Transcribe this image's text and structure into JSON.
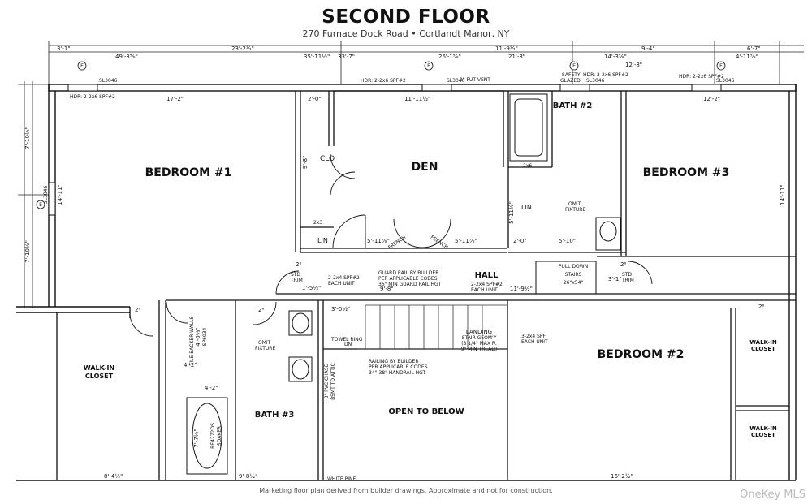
{
  "header": {
    "title": "SECOND FLOOR",
    "subtitle": "270 Furnace Dock Road • Cortlandt Manor, NY"
  },
  "rooms": {
    "bedroom1": "BEDROOM #1",
    "den": "DEN",
    "bath2": "BATH #2",
    "bedroom3": "BEDROOM #3",
    "hall": "HALL",
    "bedroom2": "BEDROOM #2",
    "walkin_left": "WALK-IN\nCLOSET",
    "walkin_right_top": "WALK-IN\nCLOSET",
    "walkin_right_bottom": "WALK-IN\nCLOSET",
    "bath3": "BATH #3",
    "open_below": "OPEN TO BELOW",
    "landing": "LANDING"
  },
  "labels": {
    "clo": "CLO",
    "lin1": "LIN",
    "lin2": "LIN",
    "french1": "FRENCH",
    "french2": "FRENCH",
    "pull_down": "PULL DOWN",
    "stairs": "STAIRS",
    "stairs_size": "26\"x54\"",
    "std_trim_left": "STD",
    "std_trim_left2": "TRIM",
    "std_trim_right": "STD",
    "std_trim_right2": "TRIM",
    "omit_fixture_left": "OMIT",
    "omit_fixture_left2": "FIXTURE",
    "omit_fixture_right": "OMIT",
    "omit_fixture_right2": "FIXTURE",
    "towel_ring": "TOWEL RING",
    "guard_rail": "GUARD RAIL BY BUILDER",
    "guard_rail2": "PER APPLICABLE CODES",
    "guard_rail3": "36\" MIN GUARD RAIL HGT",
    "railing": "RAILING BY BUILDER",
    "railing2": "PER APPLICABLE CODES",
    "railing3": "34\"-38\" HANDRAIL HGT",
    "stair_geom": "STAIR GEOM'Y",
    "stair_geom2": "(8 1/4\" MAX R.",
    "stair_geom3": "9\" MIN TREAD)",
    "tile_backer": "TILE BACKER-WALLS",
    "soaker": "RE4272OS",
    "soaker2": "SOAKER",
    "pvc_chase": "3\" PVC CHASE",
    "pvc_chase2": "BSMT TO ATTIC",
    "white_pine": "WHITE PINE",
    "safety_glazed": "SAFETY",
    "safety_glazed2": "GLAZED",
    "fut_vent": "2\" FUT VENT",
    "sp6034": "SP6034",
    "dn": "DN",
    "hdr1": "HDR: 2-2x6 SPF#2",
    "hdr2": "HDR: 2-2x6 SPF#2",
    "hdr3": "HDR: 2-2x6 SPF#2",
    "hdr4": "HDR: 2-2x6 SPF#2",
    "each_unit1": "2-2x4 SPF#2",
    "each_unit1b": "EACH UNIT",
    "each_unit2": "2-2x4 SPF#2",
    "each_unit2b": "EACH UNIT",
    "each_unit3": "3-2x4 SPF",
    "each_unit3b": "EACH UNIT",
    "sl_left": "SL3046",
    "sl1": "SL3046",
    "sl2": "SL3046",
    "sl3": "SL3046",
    "sl4": "SL3046",
    "e": "E",
    "size_2x3": "2x3",
    "size_2x6": "2x6"
  },
  "dimensions": {
    "top_overall": [
      "3'-1\"",
      "23'-2½\"",
      "11'-9½\"",
      "9'-4\"",
      "6'-7\""
    ],
    "top_sub": [
      "49'-3⅝\"",
      "35'-11½\"",
      "33'-7\"",
      "26'-1⅝\"",
      "21'-3\"",
      "14'-3⅝\"",
      "12'-8\"",
      "4'-11⅞\""
    ],
    "bedroom1_w": "17'-2\"",
    "den_w": "11'-11½\"",
    "clo_w": "2'-0\"",
    "bedroom3_w": "12'-2\"",
    "left_v1": "7'-10½\"",
    "left_v2": "7'-10½\"",
    "bedroom1_h": "14'-11\"",
    "bedroom3_h": "14'-11\"",
    "clo_h": "9'-8\"",
    "den_lower1": "5'-11⅞\"",
    "den_lower2": "5'-11⅞\"",
    "lin_h": "5'-11½\"",
    "hall_w": "9'-8\"",
    "hall_right": "11'-9½\"",
    "stair_w": "3'-0½\"",
    "bed2_small1": "2'-0\"",
    "bed2_small2": "5'-10\"",
    "bath3_w": "4'-2\"",
    "soaker_w": "4'-2\"",
    "tub_h": "7'-7½\"",
    "bottom_left": "8'-4½\"",
    "bottom_mid": "9'-8½\"",
    "bottom_right": "16'-2½\"",
    "door_26": "2⁶",
    "hall_3_1": "3'-1\"",
    "bath3_gap": "1'-5½\"",
    "vanity_41": "4'-0⅓\""
  }
}
